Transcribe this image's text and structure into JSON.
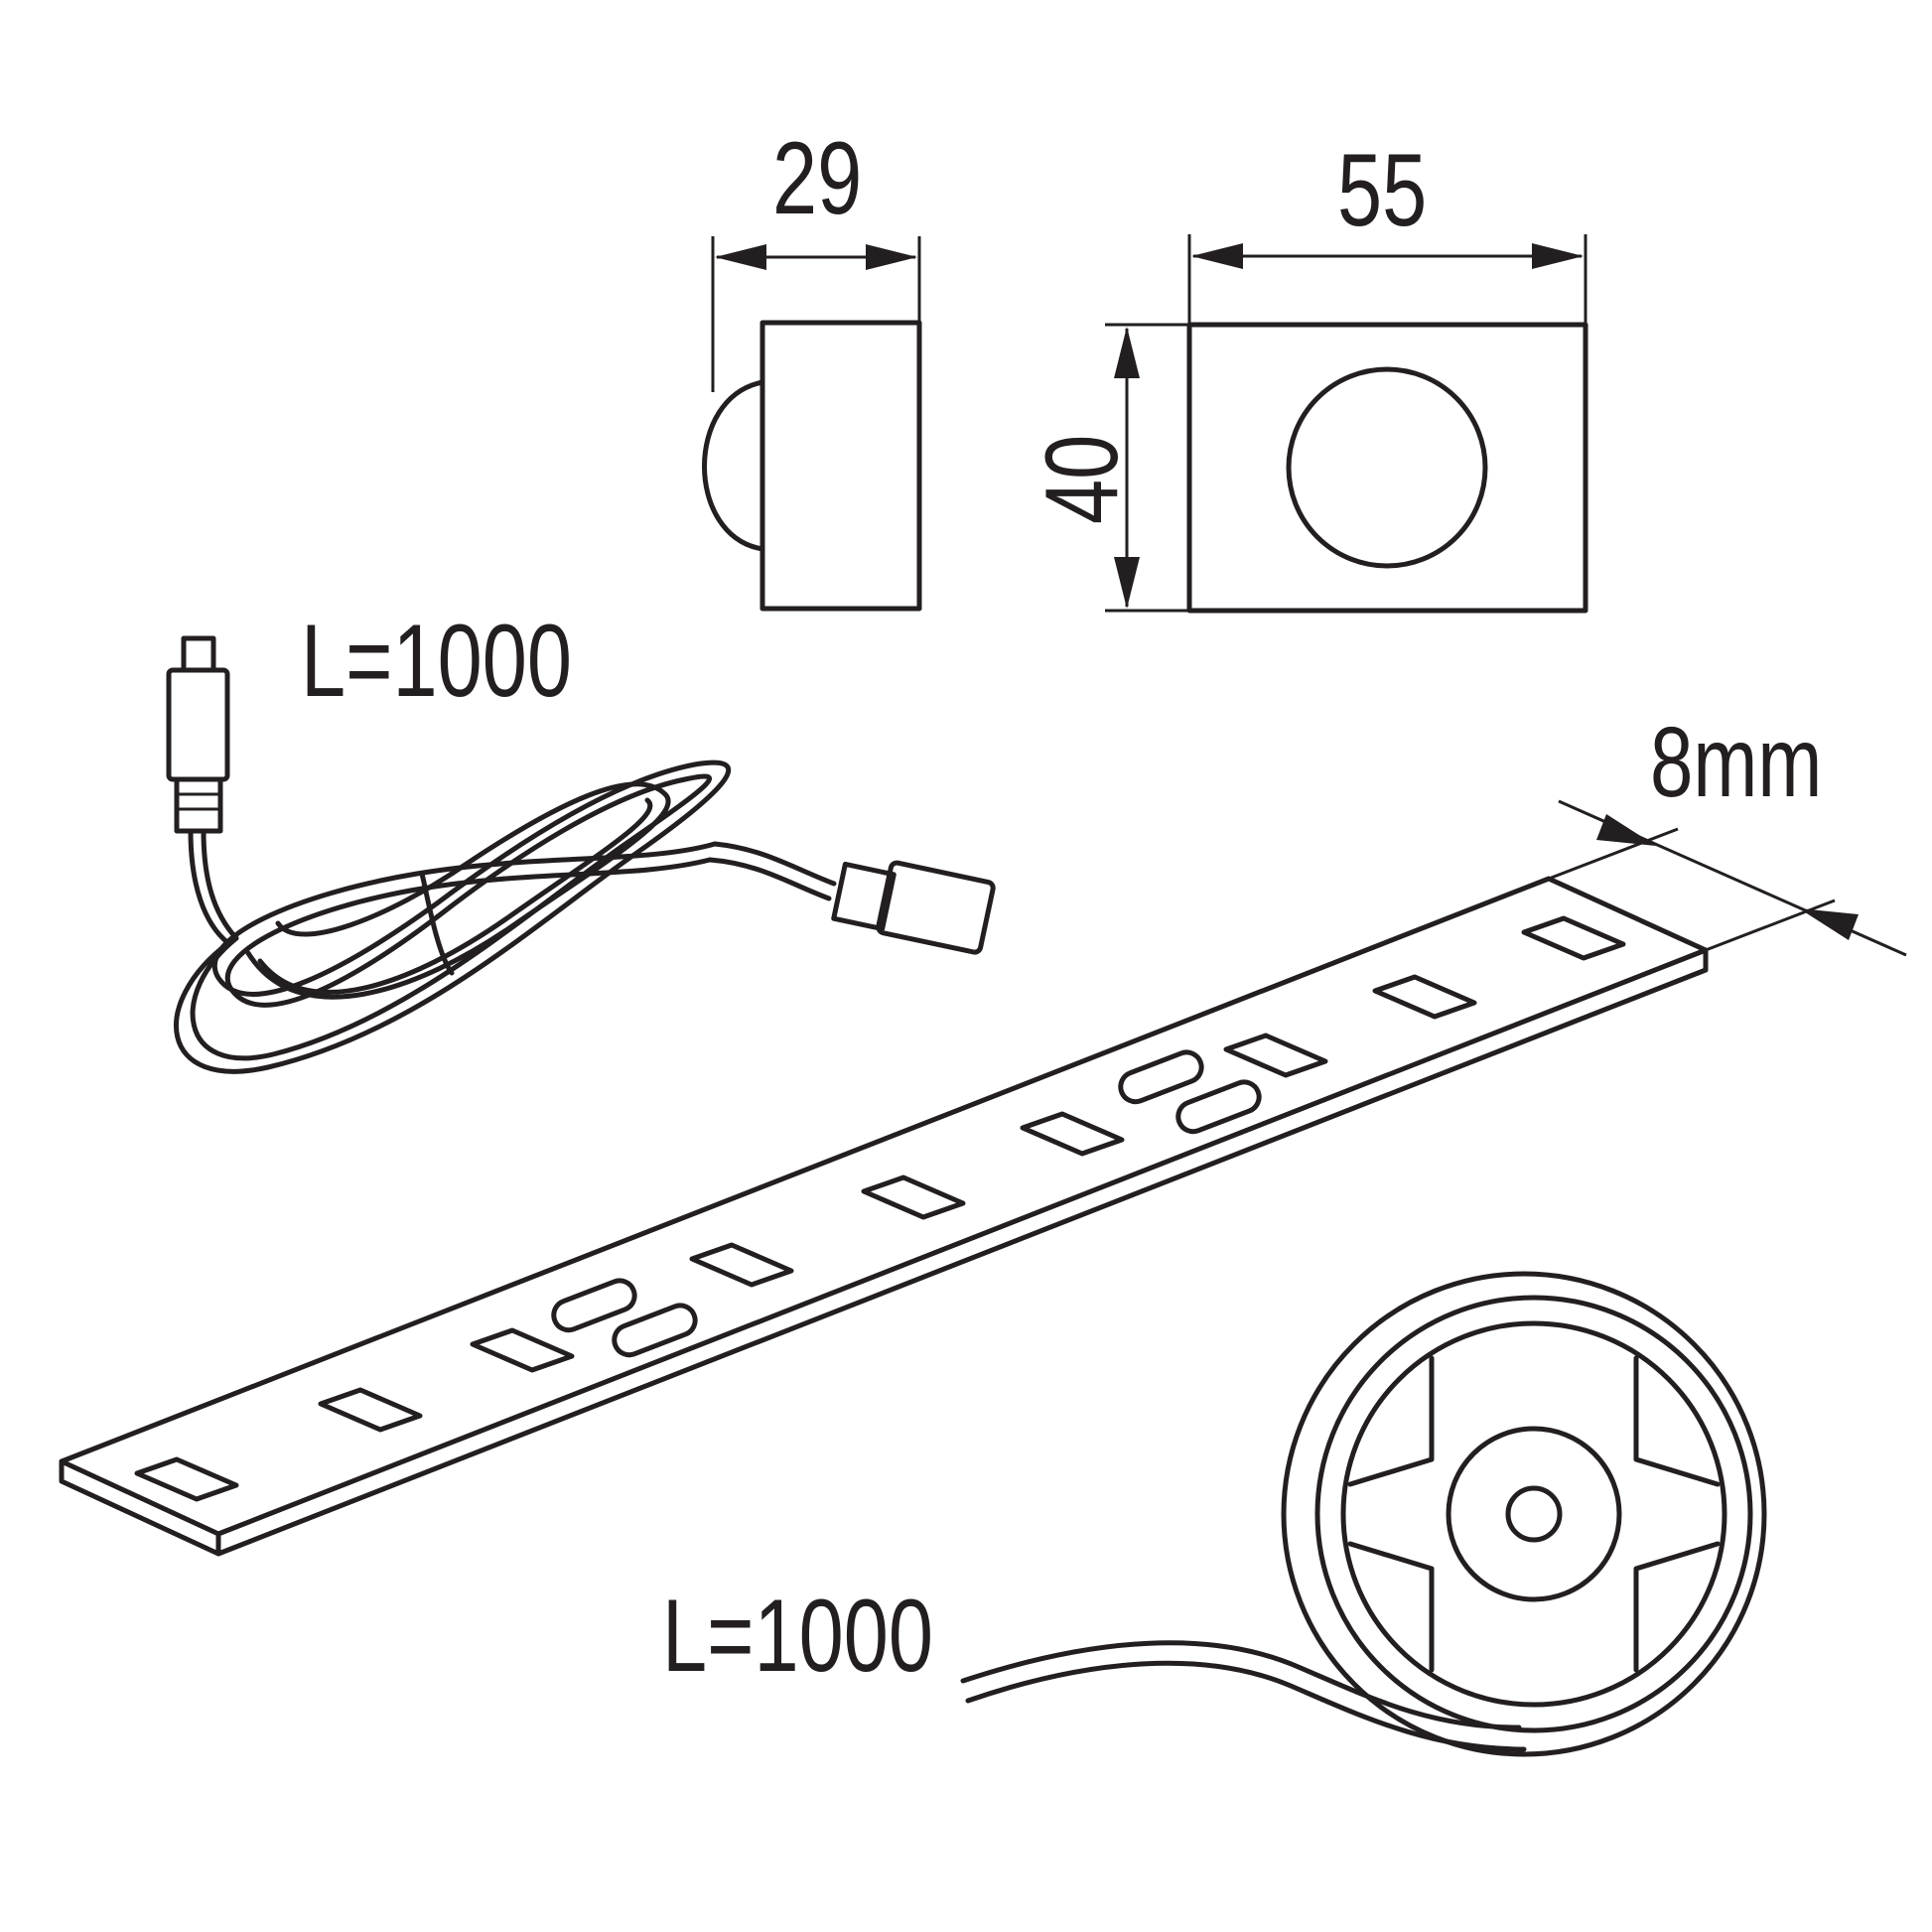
{
  "dimensions": {
    "depth": "29",
    "width": "55",
    "height": "40",
    "strip_width": "8mm"
  },
  "lengths": {
    "cable": "L=1000",
    "reel": "L=1000"
  },
  "colors": {
    "line": "#231f20",
    "background": "#ffffff"
  }
}
